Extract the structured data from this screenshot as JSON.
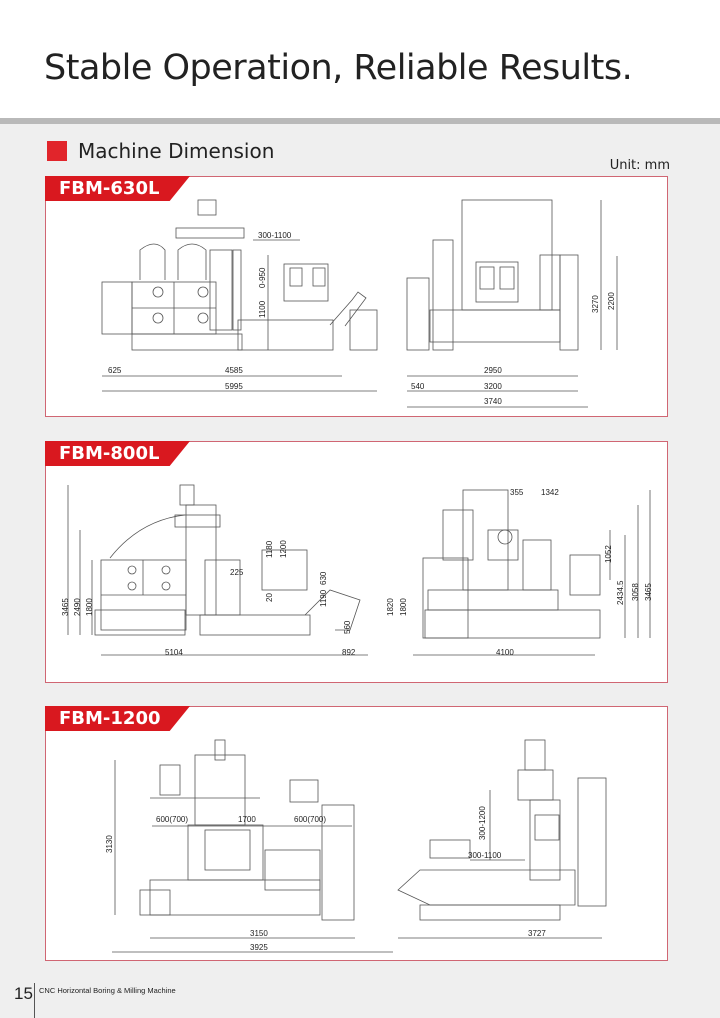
{
  "page_title": "Stable Operation, Reliable Results.",
  "section_title": "Machine Dimension",
  "unit": "Unit: mm",
  "colors": {
    "accent": "#e1252b",
    "panel_border": "#d06673"
  },
  "models": [
    {
      "name": "FBM-630L",
      "dims": [
        "300-1100",
        "0-950",
        "1100",
        "625",
        "4585",
        "5995",
        "2950",
        "540",
        "3200",
        "3740",
        "3270",
        "2200"
      ]
    },
    {
      "name": "FBM-800L",
      "dims": [
        "1180",
        "1200",
        "225",
        "630",
        "20",
        "1190",
        "560",
        "3465",
        "2490",
        "1800",
        "5104",
        "892",
        "1820",
        "1800",
        "4100",
        "355",
        "1342",
        "1052",
        "2434.5",
        "3058",
        "3465"
      ]
    },
    {
      "name": "FBM-1200",
      "dims": [
        "600(700)",
        "1700",
        "600(700)",
        "3130",
        "300-1200",
        "300-1100",
        "3150",
        "3925",
        "3727"
      ]
    }
  ],
  "footer": {
    "page_number": "15",
    "text": "CNC Horizontal Boring & Milling Machine"
  }
}
